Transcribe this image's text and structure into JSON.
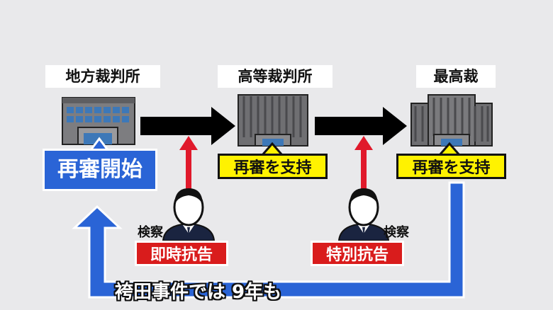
{
  "courts": {
    "district": "地方裁判所",
    "high": "高等裁判所",
    "supreme": "最高裁"
  },
  "tags": {
    "district_decision": "再審開始",
    "high_decision": "再審を支持",
    "supreme_decision": "再審を支持"
  },
  "appeals": {
    "first_actor": "検察",
    "first_action": "即時抗告",
    "second_actor": "検察",
    "second_action": "特別抗告"
  },
  "caption": "袴田事件では 9年も",
  "colors": {
    "background": "#e9e9eb",
    "flow_arrow": "#000000",
    "appeal_arrow": "#e0192b",
    "return_arrow": "#2a64d6",
    "highlight": "#fff200"
  },
  "icons": [
    "district-court-building-icon",
    "high-court-building-icon",
    "supreme-court-building-icon",
    "prosecutor-person-icon"
  ]
}
